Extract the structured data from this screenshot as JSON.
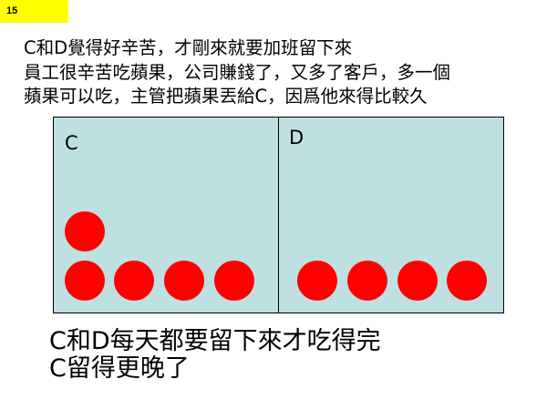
{
  "slide": {
    "number": "15",
    "number_bg_color": "#ffff00"
  },
  "intro": {
    "lines": [
      "C和D覺得好辛苦，才剛來就要加班留下來",
      "員工很辛苦吃蘋果，公司賺錢了，又多了客戶，多一個",
      "蘋果可以吃，主管把蘋果丟給C，因爲他來得比較久"
    ]
  },
  "panels": [
    {
      "label": "C",
      "apple_count": 5,
      "background_color": "#bfe0e0",
      "apple_color": "#ff0000"
    },
    {
      "label": "D",
      "apple_count": 4,
      "background_color": "#bfe0e0",
      "apple_color": "#ff0000"
    }
  ],
  "conclusion": {
    "lines": [
      "C和D每天都要留下來才吃得完",
      "C留得更晚了"
    ]
  }
}
